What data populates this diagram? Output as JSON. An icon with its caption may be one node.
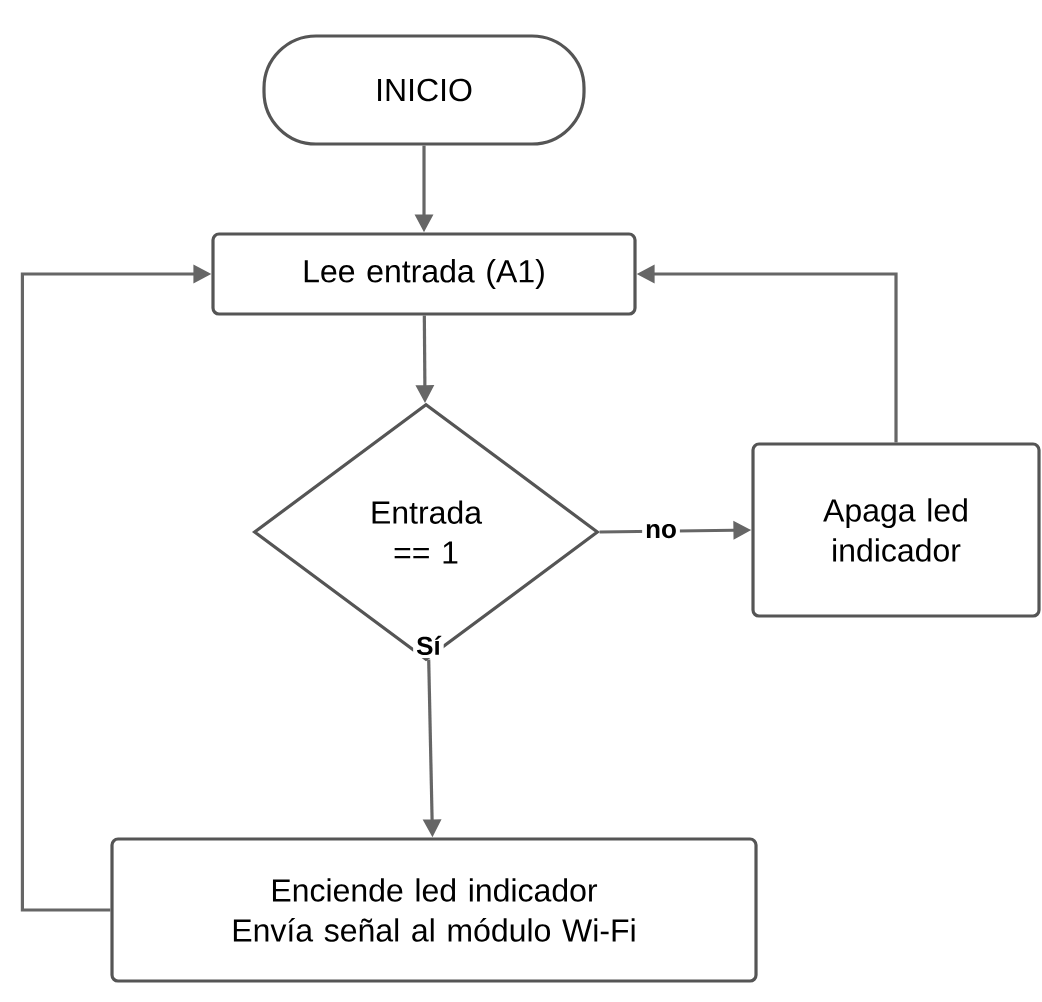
{
  "diagram": {
    "nodes": [
      {
        "text": [
          "INICIO"
        ]
      },
      {
        "text": [
          "Lee entrada (A1)"
        ]
      },
      {
        "text": [
          "Entrada == 1"
        ]
      },
      {
        "text": [
          "Apaga led indicador"
        ]
      },
      {
        "text": [
          "Enciende led indicador Envía señal al módulo Wi-Fi"
        ]
      }
    ],
    "edges": [
      {
        "from": 0,
        "to": 1,
        "arrow": "to"
      },
      {
        "from": 1,
        "to": 2,
        "arrow": "to"
      },
      {
        "from": 2,
        "to": 3,
        "arrow": "to",
        "label": "no"
      },
      {
        "from": 2,
        "to": 4,
        "arrow": "to",
        "label": "Sí"
      },
      {
        "from": 3,
        "to": 1,
        "arrow": "to"
      },
      {
        "from": 4,
        "to": 1,
        "arrow": "to"
      }
    ]
  }
}
